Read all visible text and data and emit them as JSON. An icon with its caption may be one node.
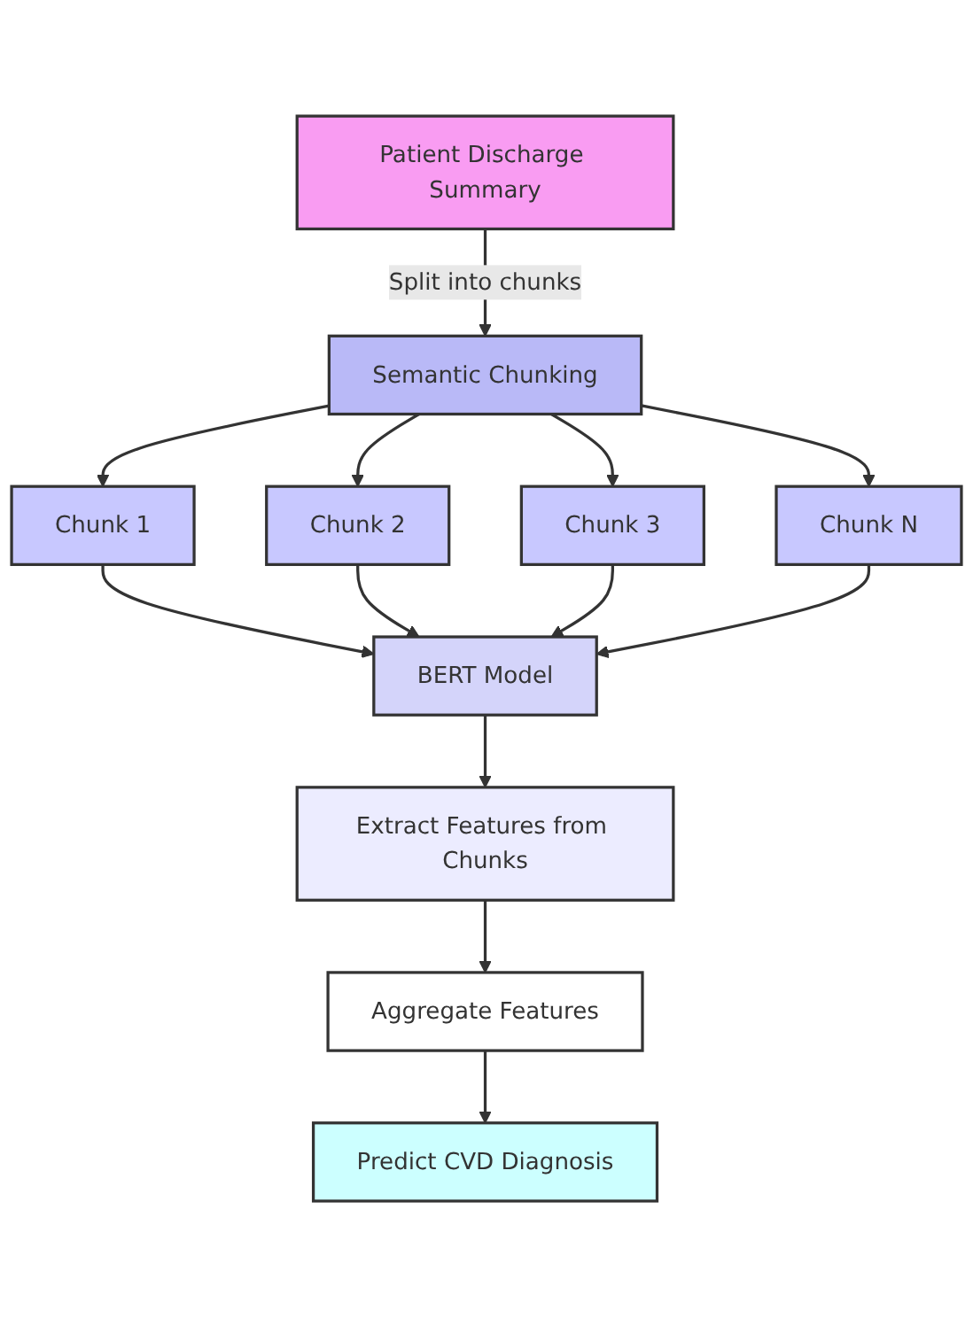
{
  "diagram": {
    "nodes": [
      {
        "text": [
          "Patient Discharge Summary"
        ]
      },
      {
        "text": [
          "Semantic Chunking"
        ]
      },
      {
        "text": [
          "Chunk 1"
        ]
      },
      {
        "text": [
          "Chunk 2"
        ]
      },
      {
        "text": [
          "Chunk 3"
        ]
      },
      {
        "text": [
          "Chunk N"
        ]
      },
      {
        "text": [
          "BERT Model"
        ]
      },
      {
        "text": [
          "Extract Features from Chunks"
        ]
      },
      {
        "text": [
          "Aggregate Features"
        ]
      },
      {
        "text": [
          "Predict CVD Diagnosis"
        ]
      }
    ],
    "edges": [
      {
        "from": 0,
        "to": 1,
        "arrow": "to",
        "label": "Split into chunks"
      },
      {
        "from": 1,
        "to": 2,
        "arrow": "to"
      },
      {
        "from": 1,
        "to": 3,
        "arrow": "to"
      },
      {
        "from": 1,
        "to": 4,
        "arrow": "to"
      },
      {
        "from": 1,
        "to": 5,
        "arrow": "to"
      },
      {
        "from": 2,
        "to": 6,
        "arrow": "to"
      },
      {
        "from": 3,
        "to": 6,
        "arrow": "to"
      },
      {
        "from": 4,
        "to": 6,
        "arrow": "to"
      },
      {
        "from": 5,
        "to": 6,
        "arrow": "to"
      },
      {
        "from": 6,
        "to": 7,
        "arrow": "to"
      },
      {
        "from": 7,
        "to": 8,
        "arrow": "to"
      },
      {
        "from": 8,
        "to": 9,
        "arrow": "to"
      }
    ]
  }
}
